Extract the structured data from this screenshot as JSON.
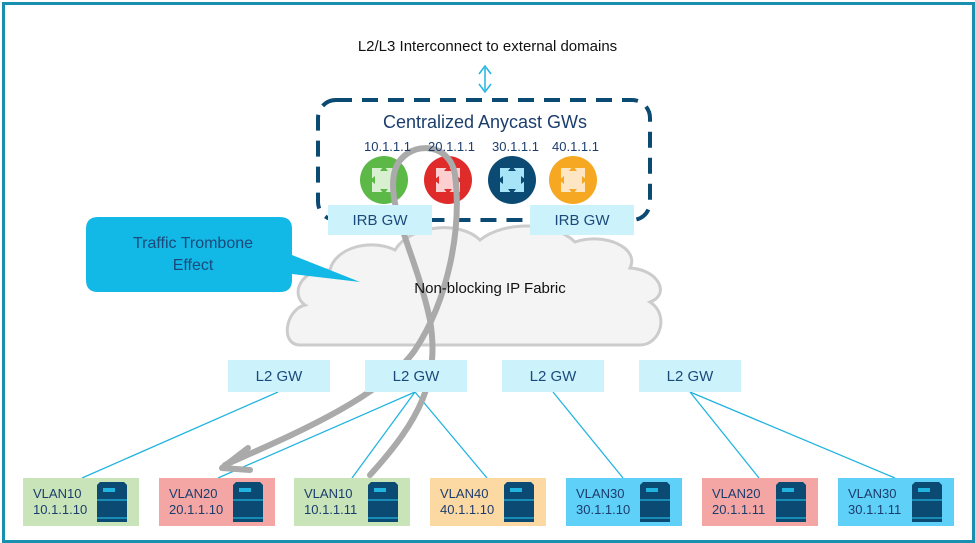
{
  "diagram": {
    "interconnect_label": "L2/L3 Interconnect to external domains",
    "anycast_group": {
      "title": "Centralized Anycast GWs",
      "gateways": [
        {
          "ip": "10.1.1.1",
          "color": "#5cb947",
          "icon_fill": "#d9f0d0"
        },
        {
          "ip": "20.1.1.1",
          "color": "#e02b2b",
          "icon_fill": "#fcd0d0"
        },
        {
          "ip": "30.1.1.1",
          "color": "#0b4a72",
          "icon_fill": "#a8e4f8"
        },
        {
          "ip": "40.1.1.1",
          "color": "#f7a823",
          "icon_fill": "#fde6c4"
        }
      ]
    },
    "irb_gateways": [
      {
        "label": "IRB GW"
      },
      {
        "label": "IRB GW"
      }
    ],
    "callout": {
      "text_line1": "Traffic Trombone",
      "text_line2": "Effect",
      "color": "#12b8e6"
    },
    "fabric": {
      "label": "Non-blocking IP Fabric"
    },
    "l2_gateways": [
      {
        "label": "L2 GW"
      },
      {
        "label": "L2 GW"
      },
      {
        "label": "L2 GW"
      },
      {
        "label": "L2 GW"
      }
    ],
    "hosts": [
      {
        "vlan": "VLAN10",
        "ip": "10.1.1.10",
        "color": "#c9e4b8"
      },
      {
        "vlan": "VLAN20",
        "ip": "20.1.1.10",
        "color": "#f3a6a3"
      },
      {
        "vlan": "VLAN10",
        "ip": "10.1.1.11",
        "color": "#c9e4b8"
      },
      {
        "vlan": "VLAN40",
        "ip": "40.1.1.10",
        "color": "#fcd9a3"
      },
      {
        "vlan": "VLAN30",
        "ip": "30.1.1.10",
        "color": "#5fd0f7"
      },
      {
        "vlan": "VLAN20",
        "ip": "20.1.1.11",
        "color": "#f3a6a3"
      },
      {
        "vlan": "VLAN30",
        "ip": "30.1.1.11",
        "color": "#5fd0f7"
      }
    ],
    "colors": {
      "frame": "#1a90b0",
      "link": "#22b4e0",
      "dashed_group": "#0b4a72",
      "trombone_path": "#aaaaaa",
      "server": "#0b4a72"
    }
  }
}
